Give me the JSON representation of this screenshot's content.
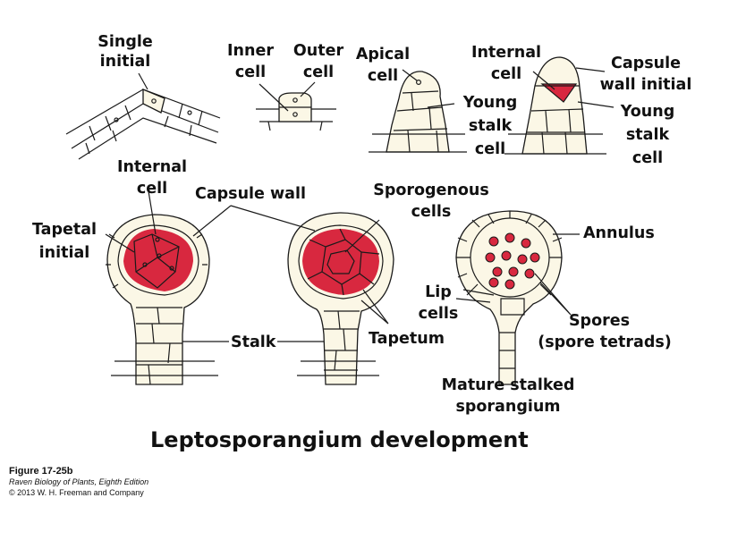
{
  "labels": {
    "single_initial": [
      "Single",
      "initial"
    ],
    "inner_cell": [
      "Inner",
      "cell"
    ],
    "outer_cell": [
      "Outer",
      "cell"
    ],
    "apical_cell": [
      "Apical",
      "cell"
    ],
    "young_stalk_cell_1": [
      "Young",
      "stalk",
      "cell"
    ],
    "internal_cell_1": [
      "Internal",
      "cell"
    ],
    "capsule_wall_initial": [
      "Capsule",
      "wall initial"
    ],
    "young_stalk_cell_2": [
      "Young",
      "stalk",
      "cell"
    ],
    "internal_cell_2": [
      "Internal",
      "cell"
    ],
    "capsule_wall": "Capsule wall",
    "sporogenous_cells": [
      "Sporogenous",
      "cells"
    ],
    "tapetal_initial": [
      "Tapetal",
      "initial"
    ],
    "annulus": "Annulus",
    "lip_cells": [
      "Lip",
      "cells"
    ],
    "spores": [
      "Spores",
      "(spore tetrads)"
    ],
    "stalk": "Stalk",
    "tapetum": "Tapetum",
    "mature": [
      "Mature stalked",
      "sporangium"
    ]
  },
  "title": "Leptosporangium development",
  "caption": {
    "figure": "Figure 17-25b",
    "book": "Raven Biology of Plants, Eighth Edition",
    "copyright": "© 2013 W. H. Freeman and Company"
  },
  "colors": {
    "tissue_red": "#d8283f",
    "cell_fill": "#fbf7e6",
    "outline": "#1a1a1a"
  }
}
